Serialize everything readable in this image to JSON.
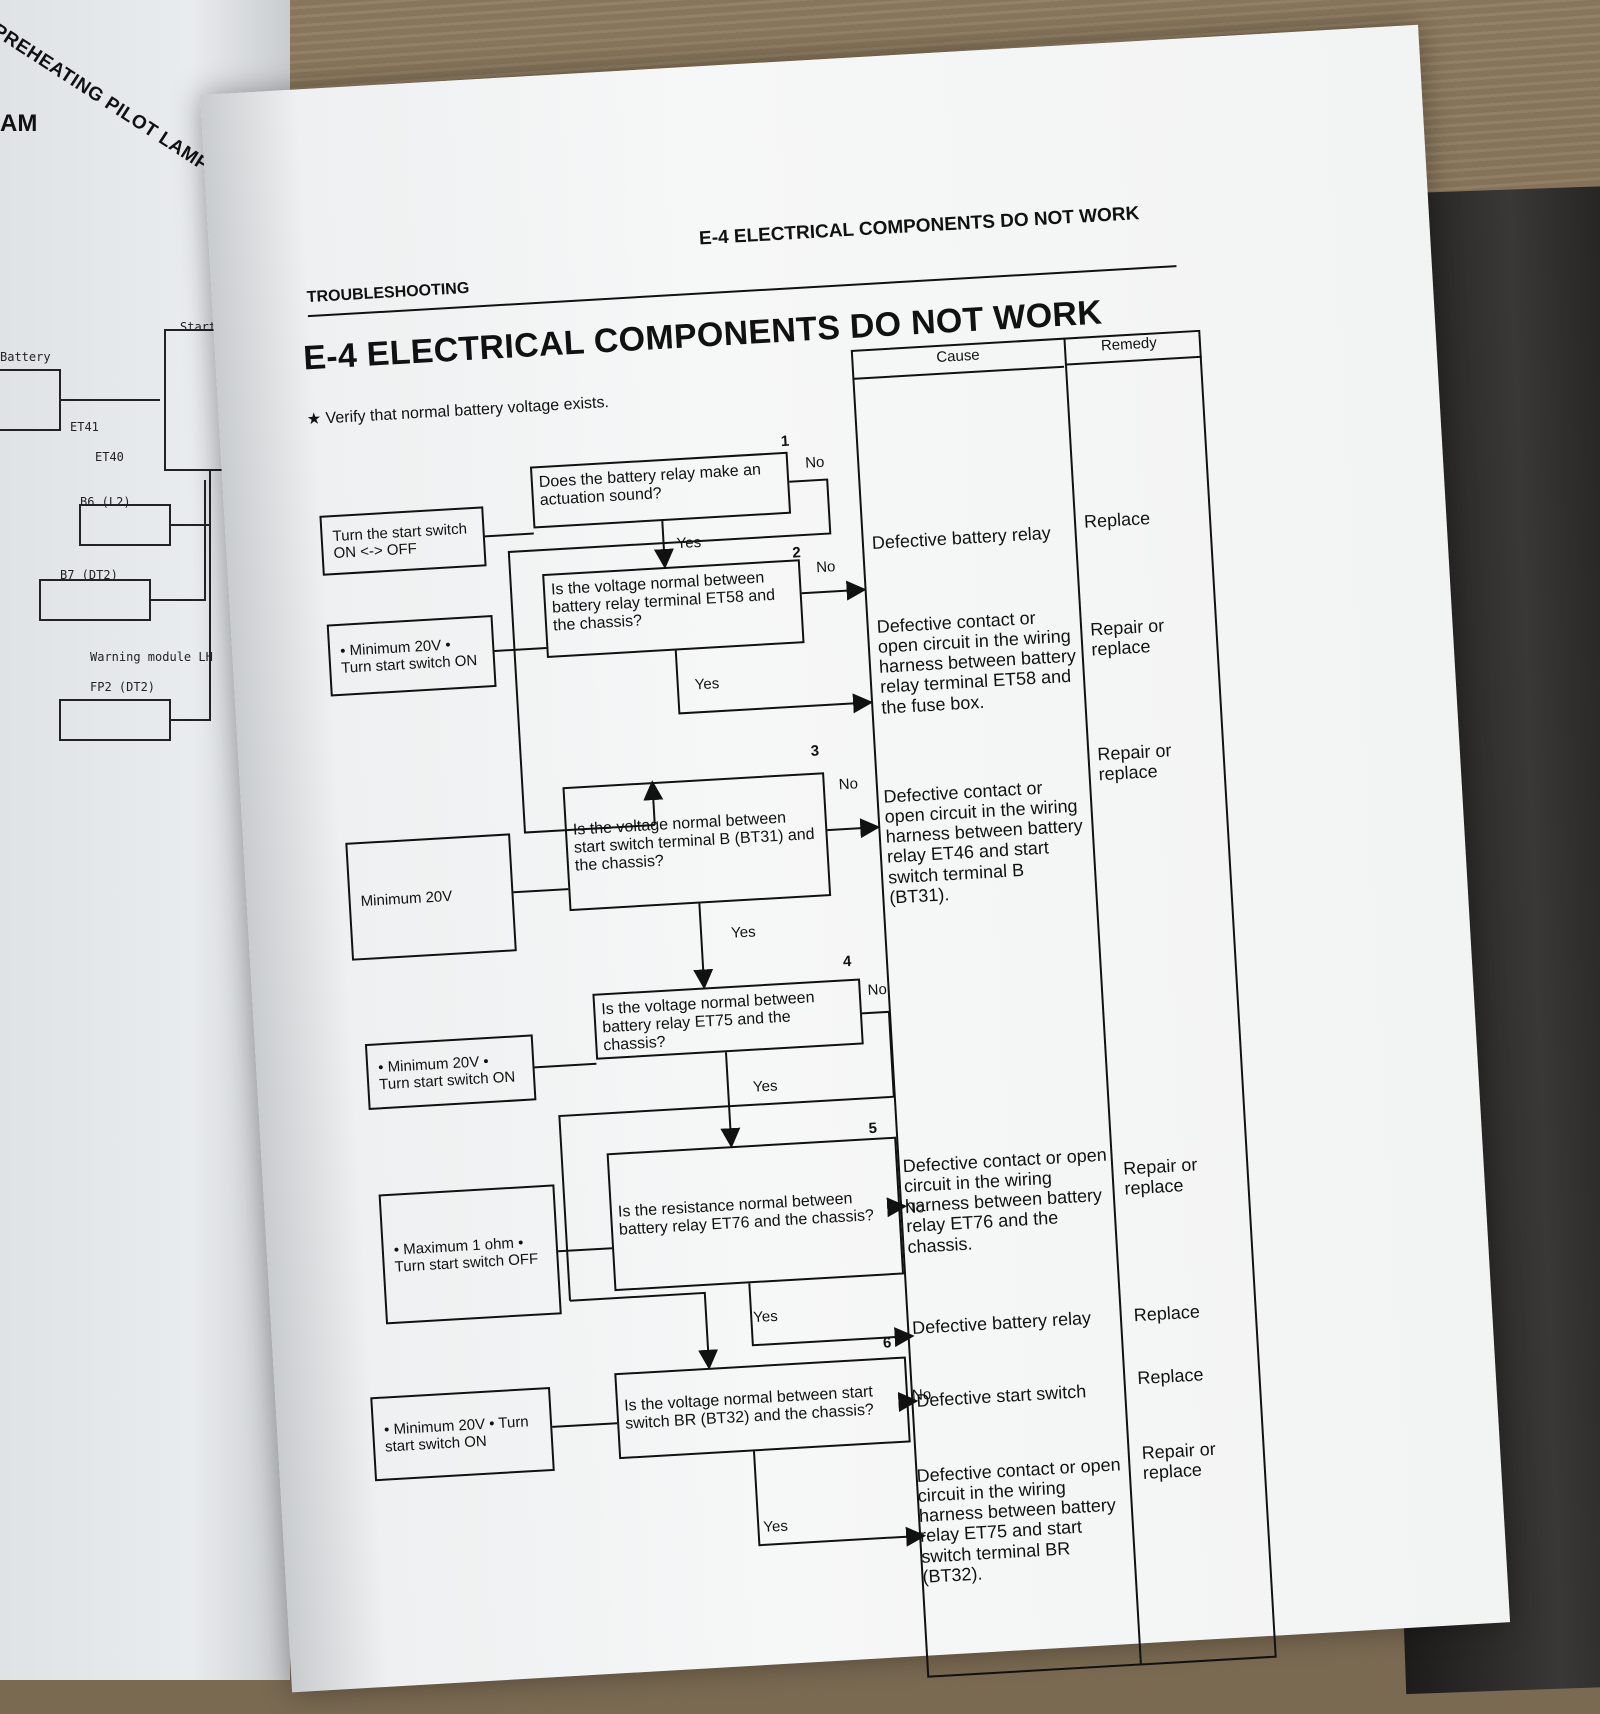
{
  "left_page": {
    "header": "PREHEATING PILOT LAMP DOES NOT",
    "section_fragment": "AM",
    "labels": [
      "Battery",
      "ET41",
      "ET40",
      "B6 (L2)",
      "B7 (DT2)",
      "FP2 (DT2)",
      "Warning module LH",
      "Starting switch"
    ]
  },
  "header": {
    "left": "TROUBLESHOOTING",
    "right": "E-4 ELECTRICAL COMPONENTS DO NOT WORK"
  },
  "title": "E-4 ELECTRICAL COMPONENTS DO NOT WORK",
  "note": "★  Verify that normal battery voltage exists.",
  "table_headers": {
    "cause": "Cause",
    "remedy": "Remedy"
  },
  "steps": [
    {
      "number": "1",
      "question": "Does the battery relay make an actuation sound?",
      "condition": "Turn the start switch ON <-> OFF",
      "no": "No",
      "yes": "Yes"
    },
    {
      "number": "2",
      "question": "Is the voltage normal between battery relay terminal ET58 and the chassis?",
      "condition": "• Minimum 20V\n• Turn start switch ON",
      "no": "No",
      "yes": "Yes"
    },
    {
      "number": "3",
      "question": "Is the voltage normal between start switch terminal B (BT31) and the chassis?",
      "condition": "Minimum 20V",
      "no": "No",
      "yes": "Yes"
    },
    {
      "number": "4",
      "question": "Is the voltage normal between battery relay ET75 and the chassis?",
      "condition": "• Minimum 20V\n• Turn start switch ON",
      "no": "No",
      "yes": "Yes"
    },
    {
      "number": "5",
      "question": "Is the resistance normal between battery relay ET76 and the chassis?",
      "condition": "• Maximum 1 ohm\n• Turn start switch OFF",
      "no": "No",
      "yes": "Yes"
    },
    {
      "number": "6",
      "question": "Is the voltage normal between start switch BR (BT32) and the chassis?",
      "condition": "• Minimum 20V\n• Turn start switch ON",
      "no": "No",
      "yes": "Yes"
    }
  ],
  "results": [
    {
      "cause": "Defective battery relay",
      "remedy": "Replace"
    },
    {
      "cause": "Defective contact or open circuit in the wiring harness between battery relay terminal ET58 and the fuse box.",
      "remedy": "Repair or replace"
    },
    {
      "cause": "Defective contact or open circuit in the wiring harness between battery relay ET46 and start switch terminal B (BT31).",
      "remedy": "Repair or replace"
    },
    {
      "cause": "Defective contact or open circuit in the wiring harness between battery relay ET76 and the chassis.",
      "remedy": "Repair or replace"
    },
    {
      "cause": "Defective battery relay",
      "remedy": "Replace"
    },
    {
      "cause": "Defective start switch",
      "remedy": "Replace"
    },
    {
      "cause": "Defective contact or open circuit in the wiring harness between battery relay ET75 and start switch terminal BR (BT32).",
      "remedy": "Repair or replace"
    }
  ]
}
